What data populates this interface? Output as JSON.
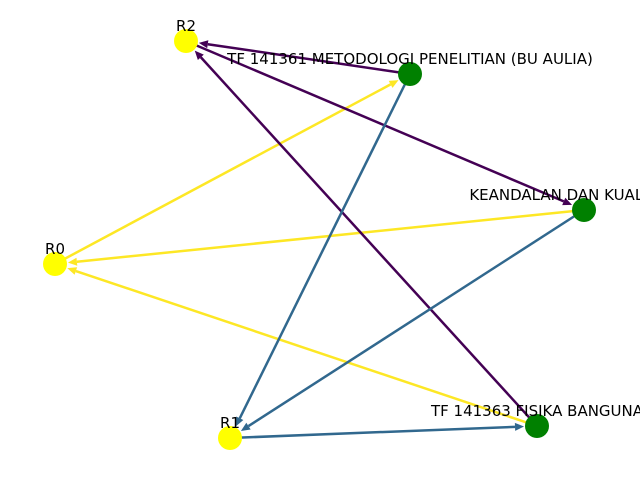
{
  "graph": {
    "nodes": [
      {
        "id": "R2",
        "label": "R2",
        "kind": "room",
        "color": "#ffff00"
      },
      {
        "id": "R0",
        "label": "R0",
        "kind": "room",
        "color": "#ffff00"
      },
      {
        "id": "R1",
        "label": "R1",
        "kind": "room",
        "color": "#ffff00"
      },
      {
        "id": "C1",
        "label": "TF 141361 METODOLOGI PENELITIAN (BU AULIA)",
        "kind": "course",
        "color": "#008000"
      },
      {
        "id": "C2",
        "label": "KEANDALAN DAN KUALITAS PE",
        "kind": "course",
        "color": "#008000"
      },
      {
        "id": "C3",
        "label": "TF 141363 FISIKA BANGUNA",
        "kind": "course",
        "color": "#008000"
      }
    ],
    "edges": [
      {
        "from": "R0",
        "to": "C1",
        "color": "#fde725"
      },
      {
        "from": "C2",
        "to": "R0",
        "color": "#fde725"
      },
      {
        "from": "C3",
        "to": "R0",
        "color": "#fde725"
      },
      {
        "from": "C1",
        "to": "R2",
        "color": "#440154"
      },
      {
        "from": "R2",
        "to": "C2",
        "color": "#440154"
      },
      {
        "from": "C3",
        "to": "R2",
        "color": "#440154"
      },
      {
        "from": "C1",
        "to": "R1",
        "color": "#31688e"
      },
      {
        "from": "C2",
        "to": "R1",
        "color": "#31688e"
      },
      {
        "from": "R1",
        "to": "C3",
        "color": "#31688e"
      }
    ]
  }
}
